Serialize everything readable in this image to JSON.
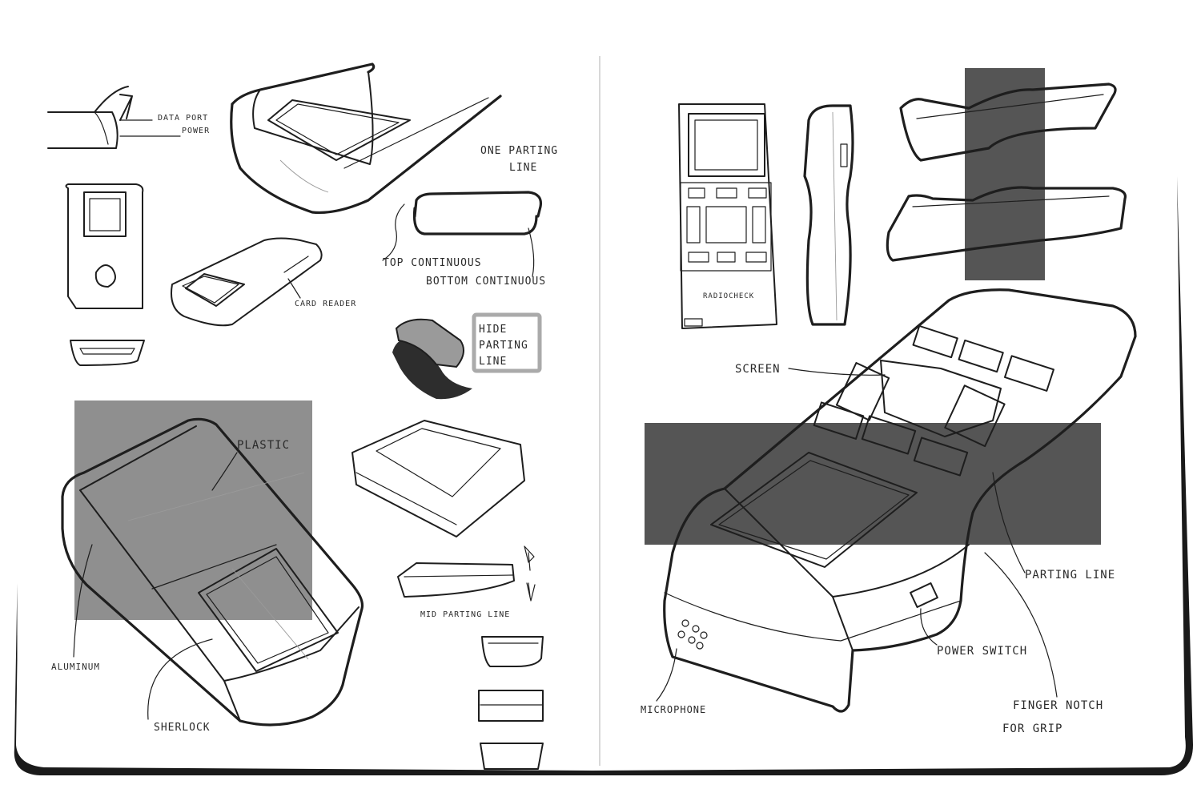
{
  "colors": {
    "paper": "#ffffff",
    "ink": "#1e1e1e",
    "block_light": "#8f8f8f",
    "block_dark": "#555555",
    "shadow": "#1a1a1a"
  },
  "left_page": {
    "labels": {
      "data_port": "DATA PORT",
      "power": "POWER",
      "one_parting_line_1": "ONE PARTING",
      "one_parting_line_2": "LINE",
      "top_continuous": "TOP CONTINUOUS",
      "bottom_continuous": "BOTTOM CONTINUOUS",
      "card_reader": "CARD READER",
      "hide_parting_line_1": "HIDE",
      "hide_parting_line_2": "PARTING",
      "hide_parting_line_3": "LINE",
      "plastic": "PLASTIC",
      "aluminum": "ALUMINUM",
      "sherlock": "SHERLOCK",
      "mid_parting_line": "MID PARTING LINE"
    }
  },
  "right_page": {
    "labels": {
      "screen": "SCREEN",
      "parting_line": "PARTING LINE",
      "power_switch": "POWER SWITCH",
      "microphone": "MICROPHONE",
      "finger_notch_1": "FINGER NOTCH",
      "finger_notch_2": "FOR GRIP",
      "radiocheck": "RADIOCHECK"
    }
  }
}
